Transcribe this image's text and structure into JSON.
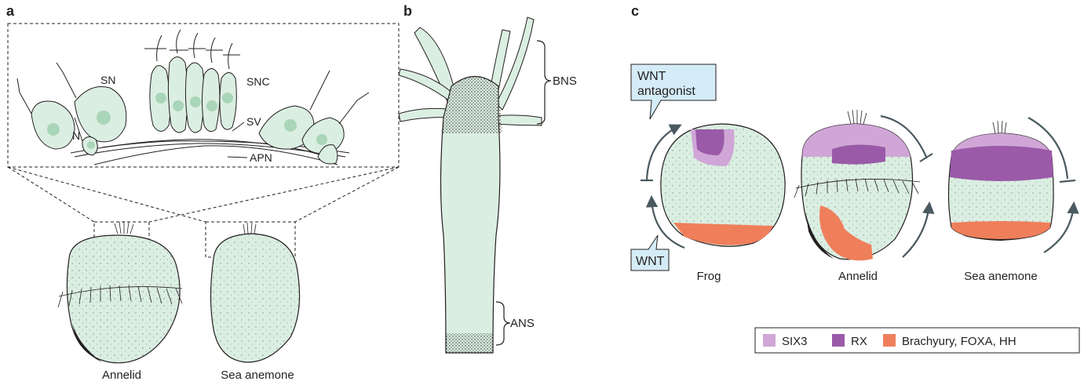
{
  "panels": {
    "a": {
      "letter": "a",
      "cell_labels": {
        "sn": "SN",
        "n": "N",
        "snc": "SNC",
        "sv": "SV",
        "apn": "APN"
      },
      "captions": {
        "annelid": "Annelid",
        "sea_anemone": "Sea anemone"
      }
    },
    "b": {
      "letter": "b",
      "region_labels": {
        "bns": "BNS",
        "ans": "ANS"
      }
    },
    "c": {
      "letter": "c",
      "signals": {
        "antagonist_line1": "WNT",
        "antagonist_line2": "antagonist",
        "wnt": "WNT"
      },
      "captions": {
        "frog": "Frog",
        "annelid": "Annelid",
        "sea_anemone": "Sea anemone"
      },
      "legend": [
        {
          "label": "SIX3",
          "color": "#cfa6d6"
        },
        {
          "label": "RX",
          "color": "#9a5aa8"
        },
        {
          "label": "Brachyury, FOXA, HH",
          "color": "#ef7f5b"
        }
      ]
    }
  },
  "colors": {
    "tissue": "#dbeee2",
    "outline": "#231f20",
    "callout": "#d4ecf7",
    "arrow": "#4a5a60"
  }
}
